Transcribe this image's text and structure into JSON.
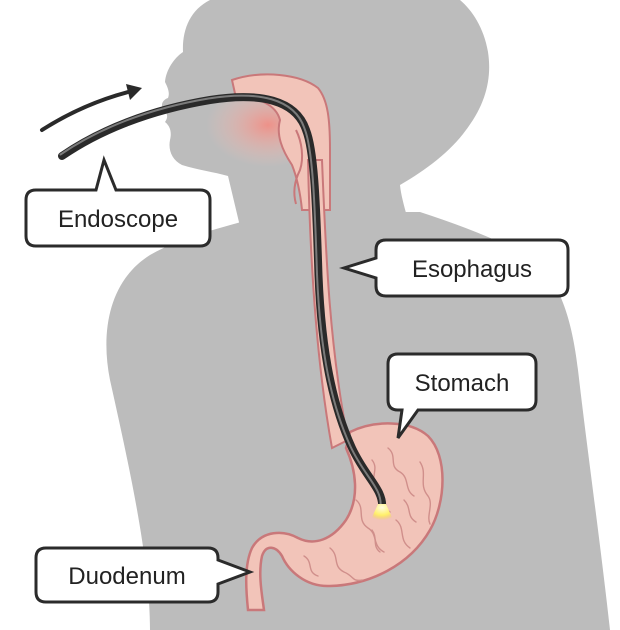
{
  "labels": {
    "endoscope": "Endoscope",
    "esophagus": "Esophagus",
    "stomach": "Stomach",
    "duodenum": "Duodenum"
  },
  "colors": {
    "background": "#ffffff",
    "silhouette": "#bcbcbc",
    "tissue_fill": "#f2c4b9",
    "tissue_outline": "#c9787a",
    "throat_glow": "#f3a49a",
    "endoscope_tube": "#2a2a2a",
    "endoscope_highlight": "#7b7b7b",
    "scope_light": "#fff16a",
    "callout_fill": "#ffffff",
    "callout_stroke": "#2b2b2b"
  },
  "icons": {
    "direction_arrow": "arrow-right-icon"
  }
}
